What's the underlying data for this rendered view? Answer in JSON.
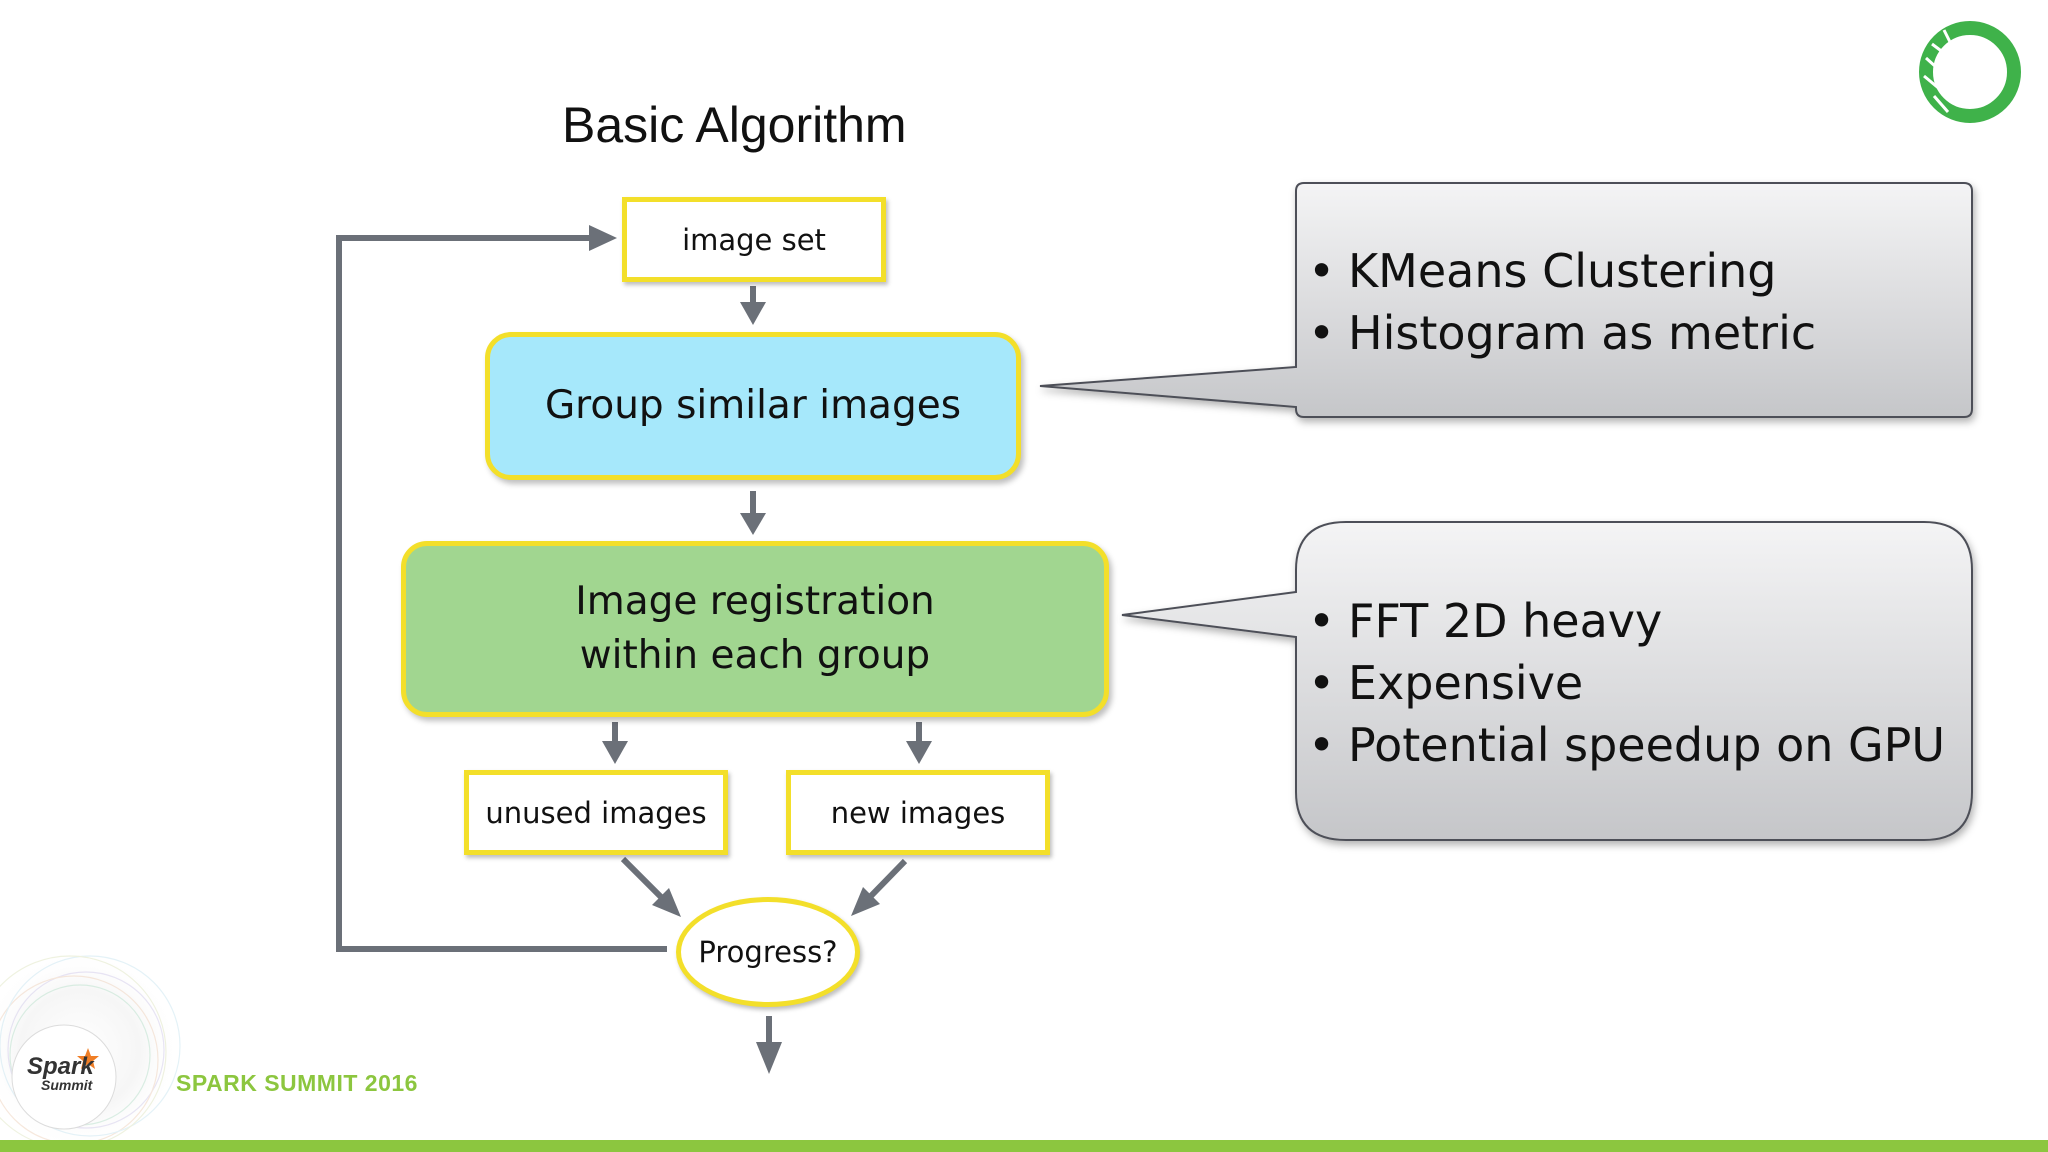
{
  "title": "Basic Algorithm",
  "nodes": {
    "image_set": "image set",
    "group_similar": "Group similar images",
    "registration_line1": "Image registration",
    "registration_line2": "within each group",
    "unused_images": "unused images",
    "new_images": "new images",
    "progress": "Progress?"
  },
  "callouts": [
    {
      "bullets": [
        "KMeans Clustering",
        "Histogram as metric"
      ]
    },
    {
      "bullets": [
        "FFT 2D heavy",
        "Expensive",
        "Potential speedup on GPU"
      ]
    }
  ],
  "bullet_char": "•",
  "footer": {
    "event": "SPARK SUMMIT 2016",
    "logo_line1": "Spark",
    "logo_line2": "Summit"
  },
  "colors": {
    "box_border": "#f3df2a",
    "group_fill": "#a6e8fb",
    "registration_fill": "#a1d690",
    "arrow": "#6b7078",
    "callout_fill_top": "#f4f4f5",
    "callout_fill_bottom": "#c5c6c9",
    "brand_green": "#8cc63f",
    "logo_green": "#3fb24a"
  },
  "icons": {
    "top_right_logo": "ring-logo-icon",
    "bottom_left_logo": "spark-summit-logo-icon"
  }
}
